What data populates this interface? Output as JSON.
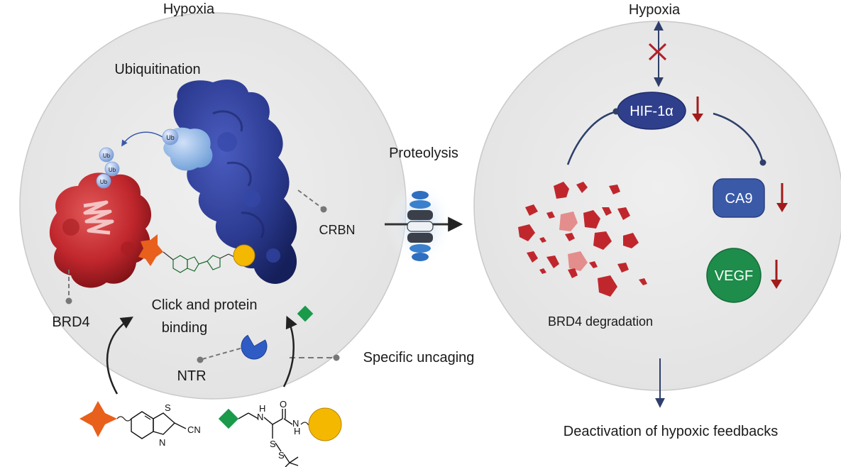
{
  "left_panel": {
    "title": "Hypoxia",
    "ubiquitination": "Ubiquitination",
    "ub": "Ub",
    "crbn": "CRBN",
    "brd4": "BRD4",
    "click_line1": "Click and protein",
    "click_line2": "binding",
    "ntr": "NTR",
    "specific_uncaging": "Specific uncaging",
    "chem_s1": "S",
    "chem_n1": "N",
    "chem_cn": "CN",
    "chem_h1": "H",
    "chem_n2": "N",
    "chem_o": "O",
    "chem_h2": "H",
    "chem_n3": "N",
    "chem_s2": "S",
    "chem_s3": "S"
  },
  "middle": {
    "proteolysis": "Proteolysis"
  },
  "right_panel": {
    "title": "Hypoxia",
    "hif": "HIF-1α",
    "ca9": "CA9",
    "vegf": "VEGF",
    "brd4_degradation": "BRD4 degradation",
    "deactivation": "Deactivation of hypoxic feedbacks"
  },
  "colors": {
    "panel_fill": "#e9e9e9",
    "brd4_red": "#c0272d",
    "crbn_blue": "#2b3a8f",
    "hif_navy": "#2f3f8c",
    "ca9_blue": "#3a5aa8",
    "vegf_green": "#1e8c4a",
    "down_arrow_red": "#a31a1a",
    "ligand_orange": "#e8601c",
    "ligand_yellow": "#f5b800",
    "cage_green": "#1a9a4a"
  },
  "icons": [
    "down-arrow-icon",
    "cross-icon",
    "ub-sphere-icon",
    "proteasome-icon"
  ]
}
